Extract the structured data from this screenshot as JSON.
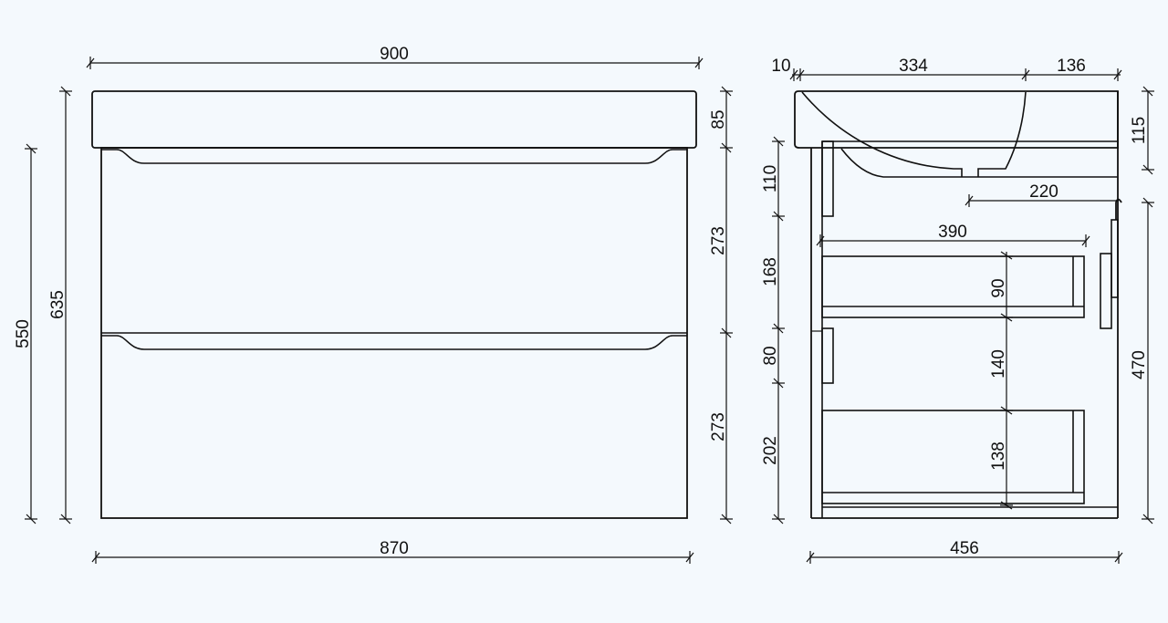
{
  "front_view": {
    "width_top": "900",
    "width_bottom": "870",
    "height_total": "635",
    "height_cabinet": "550",
    "countertop_thickness": "85",
    "drawer_upper_height": "273",
    "drawer_lower_height": "273"
  },
  "side_view": {
    "offset_left": "10",
    "basin_depth": "334",
    "rear_depth": "136",
    "total_depth": "456",
    "top_thickness": "115",
    "cabinet_height": "470",
    "siphon_offset": "220",
    "drawer_depth": "390",
    "seg_110": "110",
    "seg_168": "168",
    "seg_80": "80",
    "seg_202": "202",
    "upper_drawer_inner": "90",
    "gap_between": "140",
    "lower_drawer_inner": "138"
  },
  "colors": {
    "background": "#f4f9fd",
    "line": "#111111"
  }
}
